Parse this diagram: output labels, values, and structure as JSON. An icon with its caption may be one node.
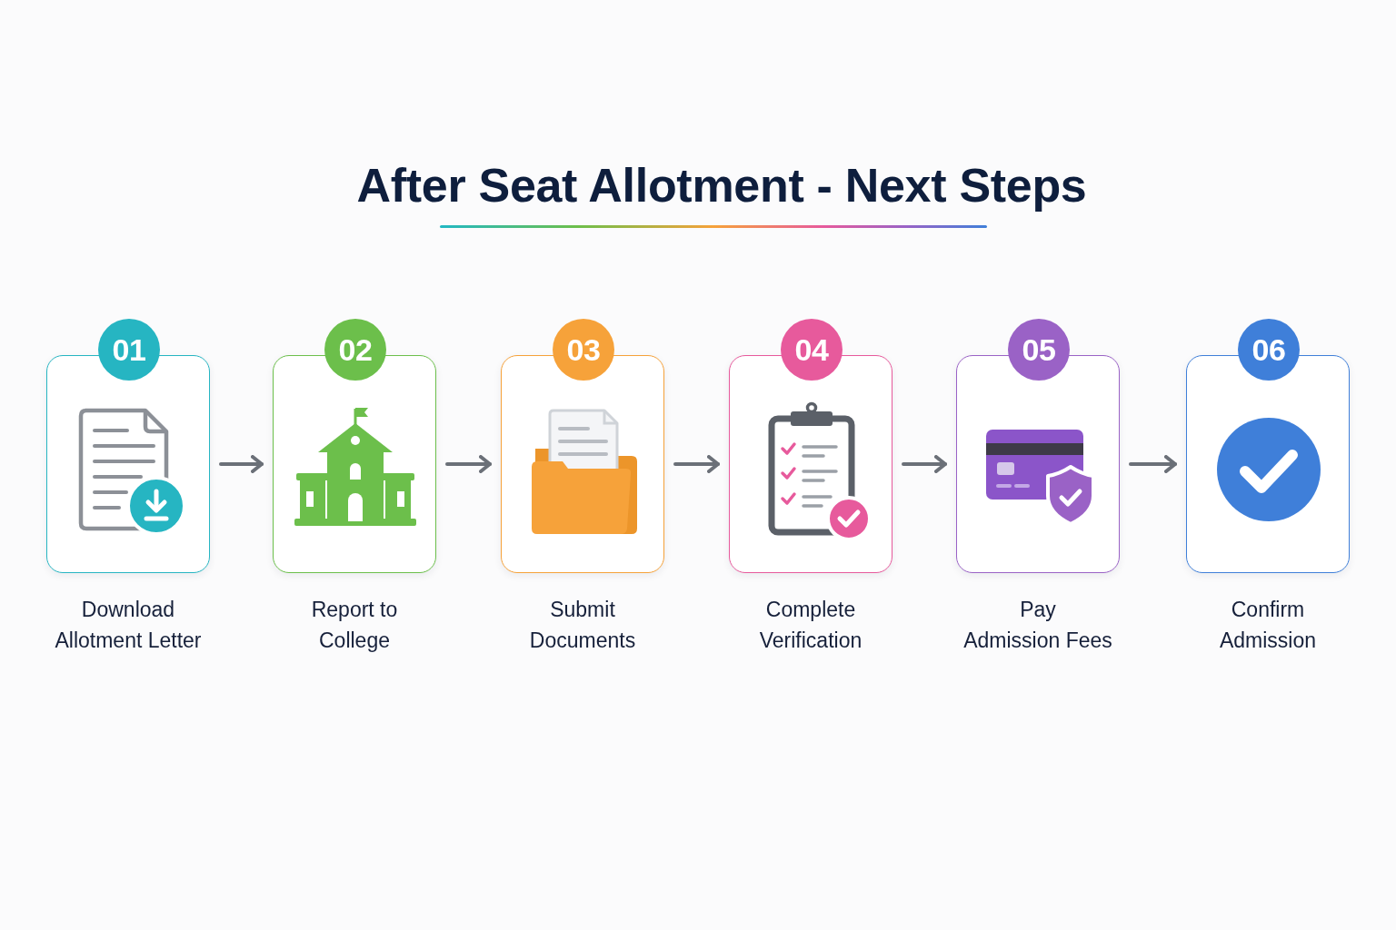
{
  "diagram": {
    "title": "After Seat Allotment - Next Steps",
    "nodes": [
      {
        "text": [
          "01"
        ],
        "beside": [
          "Download Allotment Letter"
        ]
      },
      {
        "text": [
          "02"
        ],
        "beside": [
          "Report to College"
        ]
      },
      {
        "text": [
          "03"
        ],
        "beside": [
          "Submit Documents"
        ]
      },
      {
        "text": [
          "04"
        ],
        "beside": [
          "Complete Verification"
        ]
      },
      {
        "text": [
          "05"
        ],
        "beside": [
          "Pay Admission Fees"
        ]
      },
      {
        "text": [
          "06"
        ],
        "beside": [
          "Confirm Admission"
        ]
      }
    ],
    "edges": [
      {
        "from": 0,
        "to": 1,
        "arrow": "to"
      },
      {
        "from": 1,
        "to": 2,
        "arrow": "to"
      },
      {
        "from": 2,
        "to": 3,
        "arrow": "to"
      },
      {
        "from": 3,
        "to": 4,
        "arrow": "to"
      },
      {
        "from": 4,
        "to": 5,
        "arrow": "to"
      }
    ]
  }
}
